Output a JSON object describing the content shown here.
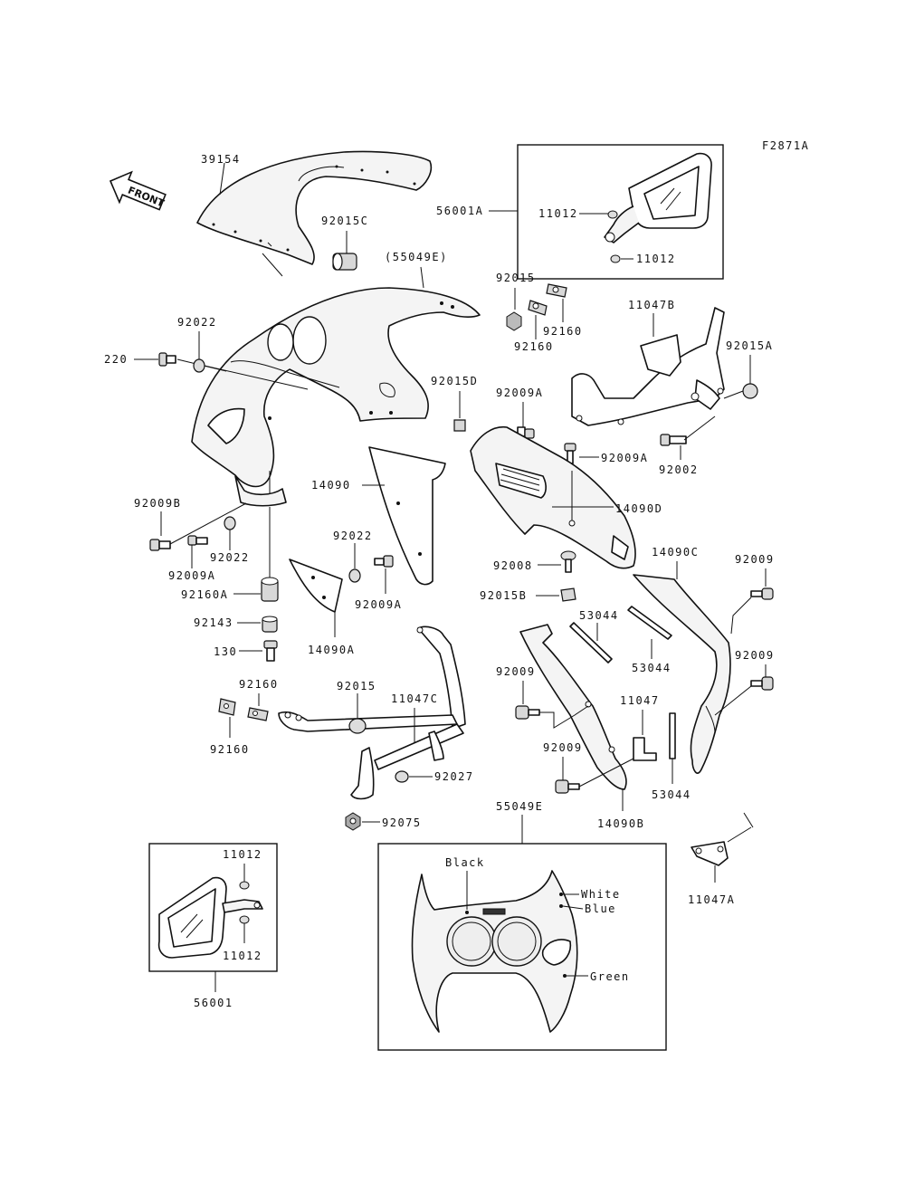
{
  "figure_code": "F2871A",
  "front_label": "FRONT",
  "parts": {
    "p39154": "39154",
    "p92015C": "92015C",
    "p55049E_paren": "(55049E)",
    "p56001A": "56001A",
    "p11012_top_a": "11012",
    "p11012_top_b": "11012",
    "p92015": "92015",
    "p92160_a": "92160",
    "p92160_b": "92160",
    "p11047B": "11047B",
    "p92015A": "92015A",
    "p92022_top": "92022",
    "p220": "220",
    "p92015D": "92015D",
    "p92009A_a": "92009A",
    "p92009A_b": "92009A",
    "p92002": "92002",
    "p14090": "14090",
    "p14090D": "14090D",
    "p92009B": "92009B",
    "p92022_mid": "92022",
    "p92009A_c": "92009A",
    "p92022_low": "92022",
    "p92009A_d": "92009A",
    "p92008": "92008",
    "p14090C": "14090C",
    "p92009_a": "92009",
    "p92160A": "92160A",
    "p92015B": "92015B",
    "p53044_a": "53044",
    "p92143": "92143",
    "p14090A": "14090A",
    "p53044_b": "53044",
    "p92009_b": "92009",
    "p130": "130",
    "p92160_c": "92160",
    "p92015_b": "92015",
    "p11047C": "11047C",
    "p92009_c": "92009",
    "p11047": "11047",
    "p92160_d": "92160",
    "p92009_d": "92009",
    "p92027": "92027",
    "p53044_c": "53044",
    "p92075": "92075",
    "p14090B": "14090B",
    "p55049E": "55049E",
    "p11047A": "11047A",
    "p11012_bot_a": "11012",
    "p11012_bot_b": "11012",
    "p56001": "56001"
  },
  "colors": {
    "black": "Black",
    "white": "White",
    "blue": "Blue",
    "green": "Green"
  }
}
